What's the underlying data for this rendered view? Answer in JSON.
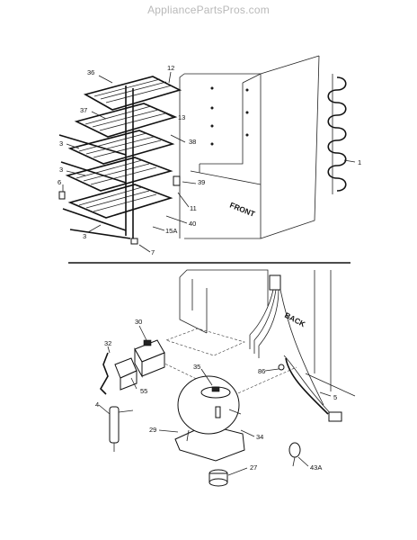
{
  "watermark": "AppliancePartsPros.com",
  "top_section": {
    "callouts": {
      "c36": "36",
      "c12": "12",
      "c37": "37",
      "c13": "13",
      "c3a": "3",
      "c38": "38",
      "c3b": "3",
      "c6": "6",
      "c39": "39",
      "c11": "11",
      "c40": "40",
      "c15a": "15A",
      "c3c": "3",
      "c7": "7",
      "c1": "1"
    },
    "front_label": "FRONT"
  },
  "bottom_section": {
    "callouts": {
      "c30": "30",
      "c32": "32",
      "c55": "55",
      "c4": "4",
      "c35": "35",
      "c86": "86",
      "c5": "5",
      "c29": "29",
      "c34": "34",
      "c27": "27",
      "c43a": "43A"
    },
    "back_label": "BACK"
  }
}
